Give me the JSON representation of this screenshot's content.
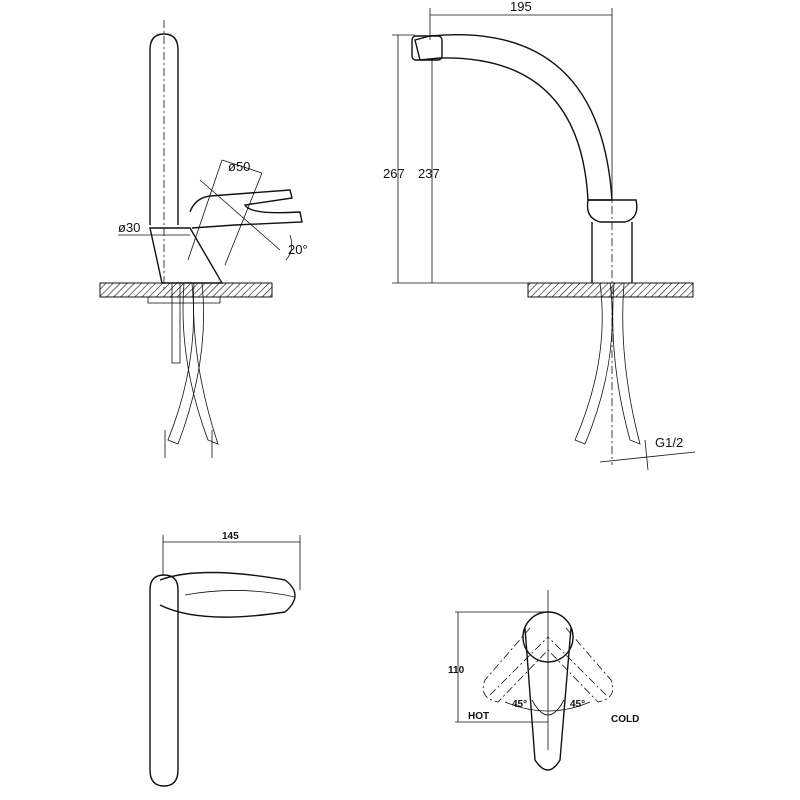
{
  "drawing": {
    "side_view": {
      "spout_diameter": "ø30",
      "lever_diameter": "ø50",
      "lever_angle": "20°"
    },
    "front_view": {
      "width": "195",
      "total_height": "267",
      "spout_height": "237",
      "thread": "G1/2"
    },
    "top_view": {
      "length": "145"
    },
    "handle_view": {
      "height": "110",
      "hot_label": "HOT",
      "cold_label": "COLD",
      "hot_angle": "45°",
      "cold_angle": "45°"
    }
  }
}
